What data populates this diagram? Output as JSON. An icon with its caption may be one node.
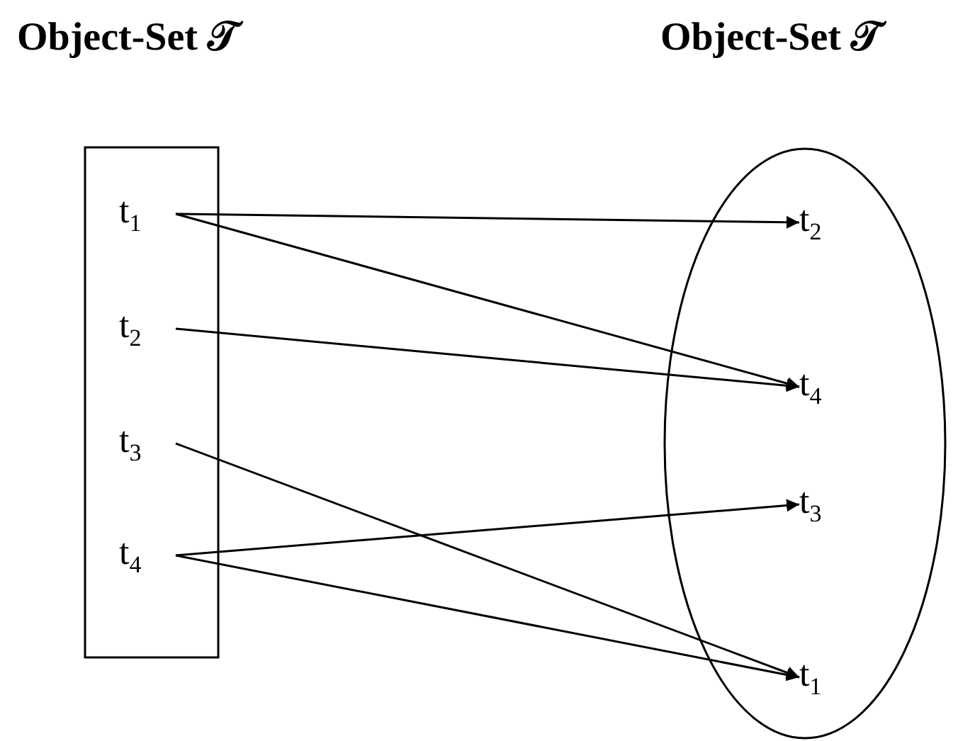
{
  "diagram": {
    "nodes": [
      {
        "text": [
          "Object-Set 𝒯"
        ]
      },
      {
        "text": [
          "t$_{1}$"
        ],
        "in": 0
      },
      {
        "text": [
          "t$_{2}$"
        ],
        "in": 0
      },
      {
        "text": [
          "t$_{3}$"
        ],
        "in": 0
      },
      {
        "text": [
          "t$_{4}$"
        ],
        "in": 0
      },
      {
        "text": [
          "Object-Set 𝒯"
        ]
      },
      {
        "text": [
          "t$_{2}$"
        ],
        "in": 5
      },
      {
        "text": [
          "t$_{4}$"
        ],
        "in": 5
      },
      {
        "text": [
          "t$_{3}$"
        ],
        "in": 5
      },
      {
        "text": [
          "t$_{1}$"
        ],
        "in": 5
      }
    ],
    "edges": [
      {
        "from": 1,
        "to": 6,
        "arrow": "to"
      },
      {
        "from": 1,
        "to": 7,
        "arrow": "to"
      },
      {
        "from": 2,
        "to": 7,
        "arrow": "to"
      },
      {
        "from": 3,
        "to": 9,
        "arrow": "to"
      },
      {
        "from": 4,
        "to": 8,
        "arrow": "to"
      },
      {
        "from": 4,
        "to": 9,
        "arrow": "to"
      }
    ]
  }
}
